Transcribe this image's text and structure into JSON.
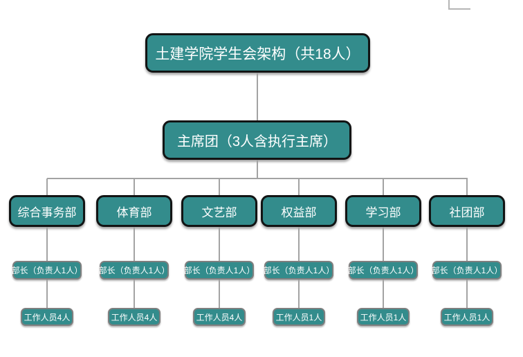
{
  "chart_title": "土建学院学生会架构（共18人）",
  "root": {
    "label": "土建学院学生会架构（共18人）"
  },
  "presidium": {
    "label": "主席团（3人含执行主席）"
  },
  "departments": [
    {
      "name": "综合事务部",
      "leader": "部长（负责人1人）",
      "staff": "工作人员4人"
    },
    {
      "name": "体育部",
      "leader": "部长（负责人1人）",
      "staff": "工作人员4人"
    },
    {
      "name": "文艺部",
      "leader": "部长（负责人1人）",
      "staff": "工作人员4人"
    },
    {
      "name": "权益部",
      "leader": "部长（负责人1人）",
      "staff": "工作人员1人"
    },
    {
      "name": "学习部",
      "leader": "部长（负责人1人）",
      "staff": "工作人员1人"
    },
    {
      "name": "社团部",
      "leader": "部长（负责人1人）",
      "staff": "工作人员1人"
    }
  ],
  "colors": {
    "node_fill": "#338C8C",
    "node_text": "#ffffff",
    "big_node_border": "#121414",
    "small_node_border": "#7f7f7f",
    "connector_line": "#a3a3a3",
    "fragment_line": "#b5b5b5",
    "canvas_background": "#ffffff"
  }
}
